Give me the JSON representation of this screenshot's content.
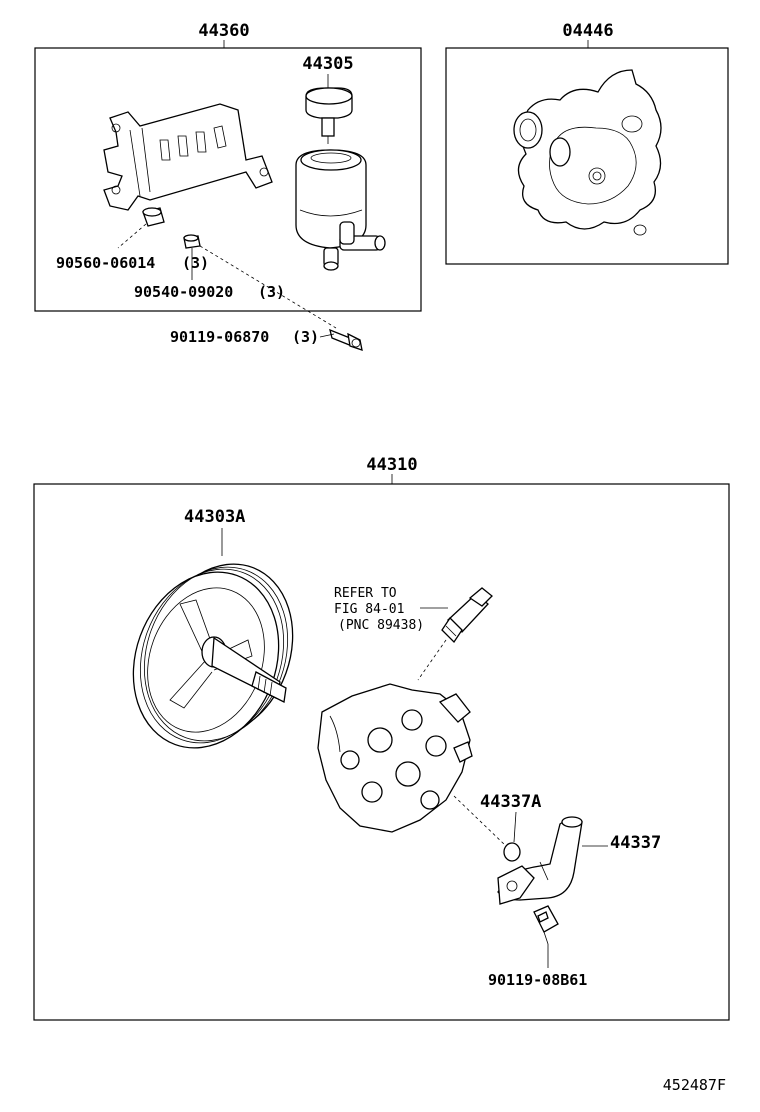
{
  "assemblies": {
    "reservoir_bracket": {
      "number": "44360"
    },
    "gasket_kit": {
      "number": "04446"
    },
    "pump_assembly": {
      "number": "44310"
    }
  },
  "parts": {
    "reservoir": "44305",
    "nut_1": "90560-06014",
    "nut_1_qty": "(3)",
    "collar": "90540-09020",
    "collar_qty": "(3)",
    "bolt_1": "90119-06870",
    "bolt_1_qty": "(3)",
    "pulley": "44303A",
    "o_ring": "44337A",
    "union": "44337",
    "bolt_2": "90119-08B61"
  },
  "reference_note": {
    "line1": "REFER TO",
    "line2": "FIG 84-01",
    "line3": "(PNC 89438)"
  },
  "figure_code": "452487F"
}
